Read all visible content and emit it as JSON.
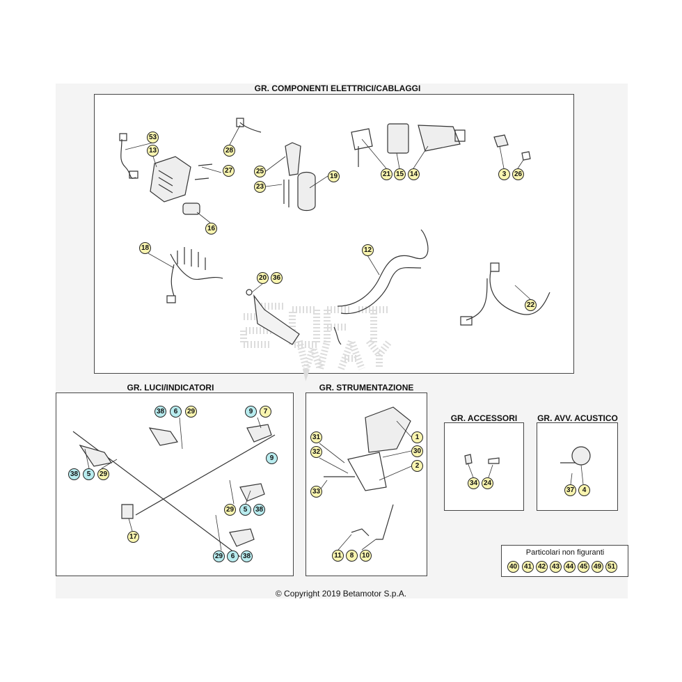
{
  "sections": {
    "main": "GR. COMPONENTI ELETTRICI/CABLAGGI",
    "luci": "GR. LUCI/INDICATORI",
    "strumentazione": "GR. STRUMENTAZIONE",
    "accessori": "GR. ACCESSORI",
    "acustico": "GR. AVV. ACUSTICO"
  },
  "parts_main": [
    "53",
    "13",
    "28",
    "27",
    "25",
    "23",
    "19",
    "21",
    "15",
    "14",
    "3",
    "26",
    "16",
    "18",
    "12",
    "20",
    "36",
    "22"
  ],
  "parts_luci": [
    "38",
    "6",
    "29",
    "9",
    "7",
    "9",
    "38",
    "5",
    "29",
    "29",
    "5",
    "38",
    "17",
    "29",
    "6",
    "38"
  ],
  "parts_strumentazione": [
    "31",
    "32",
    "1",
    "30",
    "2",
    "33",
    "11",
    "8",
    "10"
  ],
  "parts_accessori": [
    "34",
    "24"
  ],
  "parts_acustico": [
    "37",
    "4"
  ],
  "non_figuranti": {
    "title": "Particolari non figuranti",
    "parts": [
      "40",
      "41",
      "42",
      "43",
      "44",
      "45",
      "49",
      "51"
    ]
  },
  "copyright": "© Copyright 2019 Betamotor S.p.A.",
  "colors": {
    "label_yellow": "#f9f5b0",
    "label_cyan": "#b8ecef",
    "line": "#333333"
  }
}
